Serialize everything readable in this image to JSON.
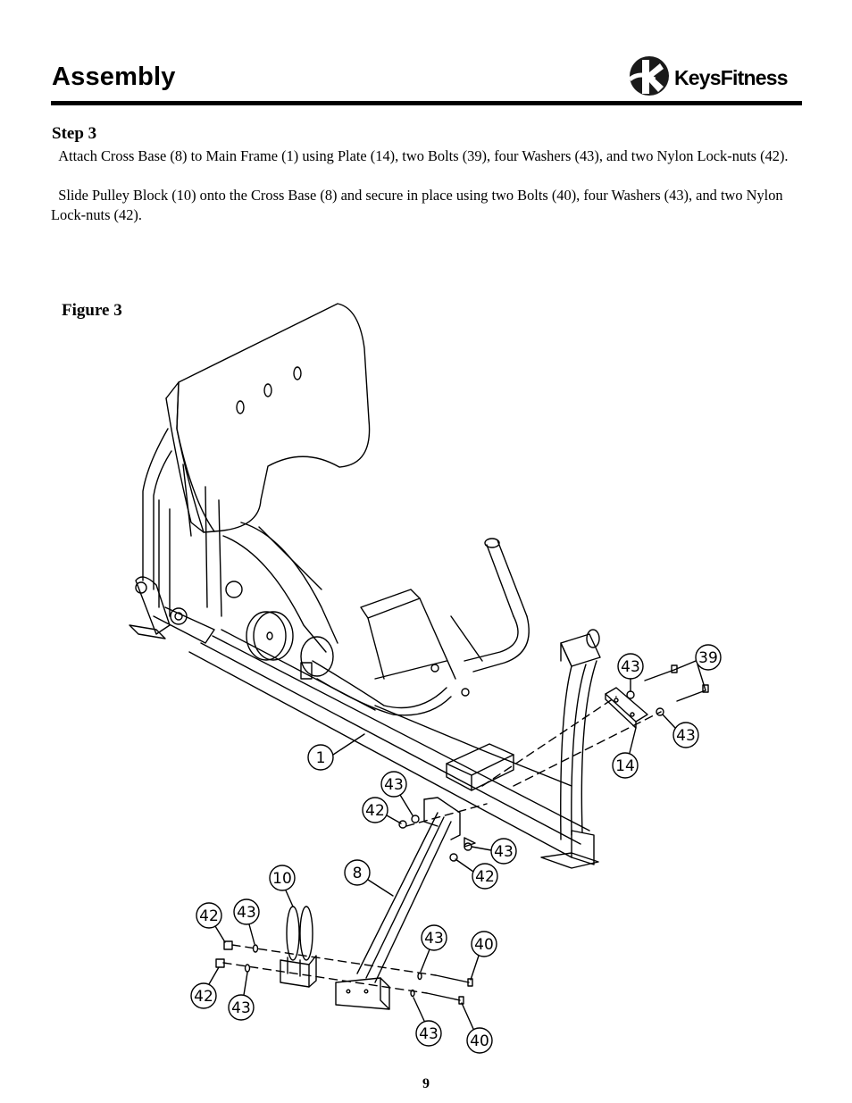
{
  "header": {
    "title": "Assembly",
    "logo_text": "KeysFitness"
  },
  "step": {
    "title": "Step 3",
    "paragraphs": [
      "Attach Cross Base (8) to Main Frame (1) using Plate (14), two Bolts (39), four Washers (43), and two Nylon Lock-nuts (42).",
      "Slide Pulley Block (10) onto the Cross Base (8) and secure in place using two Bolts (40), four Washers (43), and two Nylon Lock-nuts (42)."
    ]
  },
  "figure": {
    "label": "Figure 3",
    "callouts": [
      "1",
      "8",
      "10",
      "14",
      "39",
      "40",
      "40",
      "42",
      "42",
      "42",
      "42",
      "43",
      "43",
      "43",
      "43",
      "43",
      "43",
      "43",
      "43"
    ]
  },
  "footer": {
    "page_number": "9"
  }
}
